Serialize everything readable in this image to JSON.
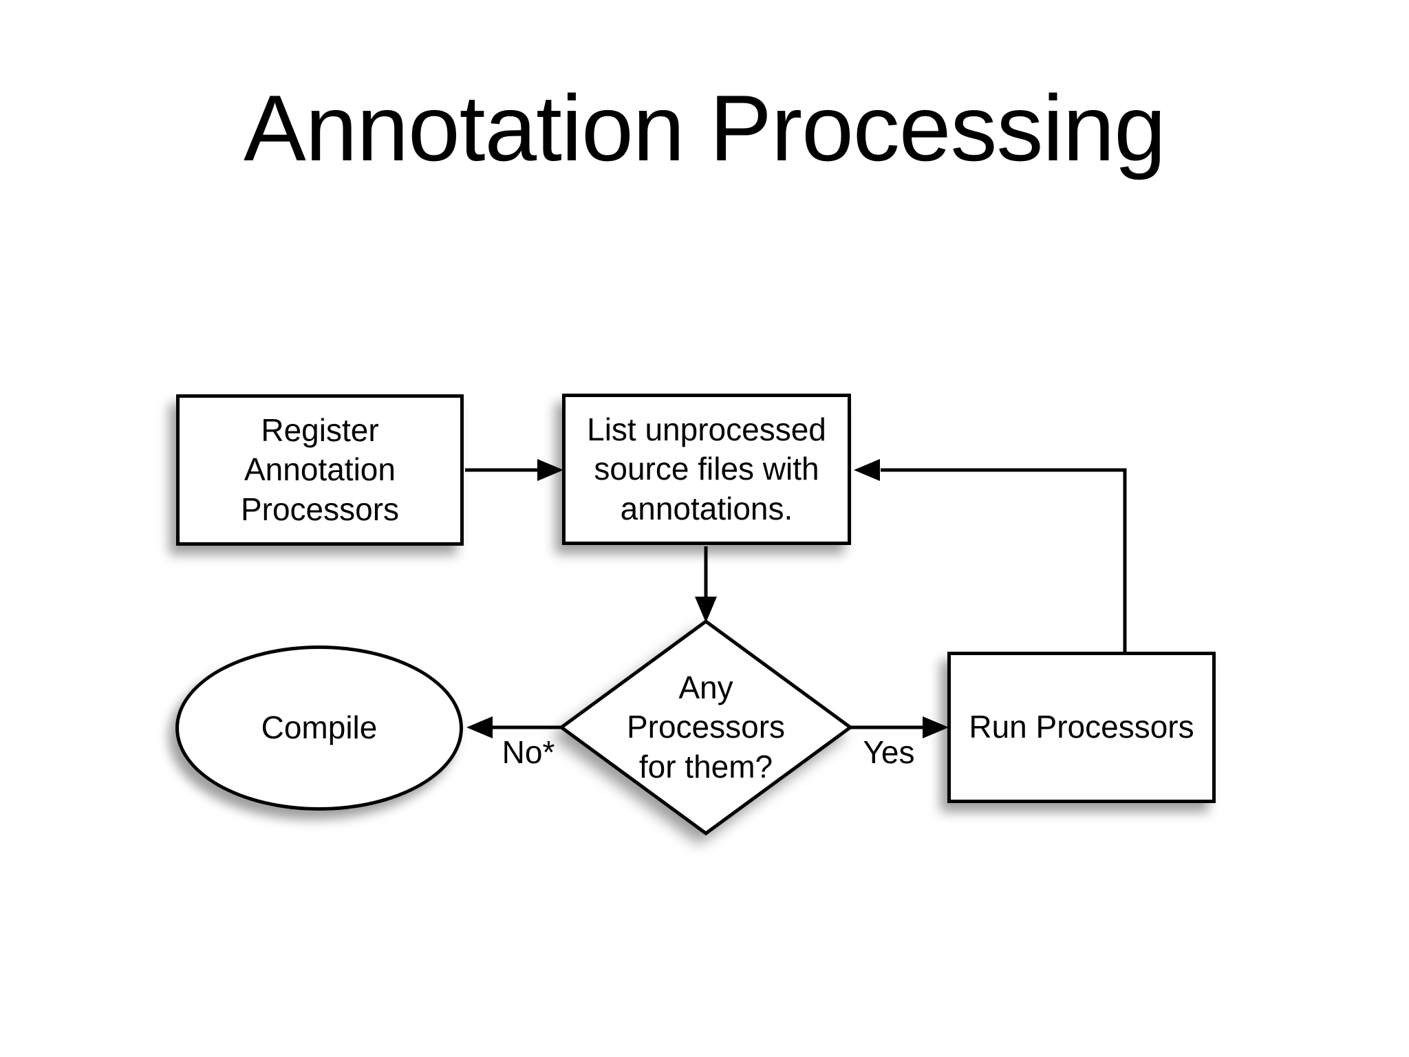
{
  "title": "Annotation Processing",
  "colors": {
    "background": "#ffffff",
    "shape_fill": "#ffffff",
    "stroke": "#000000",
    "text": "#000000"
  },
  "nodes": {
    "register": {
      "type": "process",
      "lines": [
        "Register",
        "Annotation",
        "Processors"
      ]
    },
    "list_unprocessed": {
      "type": "process",
      "lines": [
        "List unprocessed",
        "source files with",
        "annotations."
      ]
    },
    "any_processors": {
      "type": "decision",
      "lines": [
        "Any",
        "Processors",
        "for them?"
      ]
    },
    "compile": {
      "type": "terminator",
      "lines": [
        "Compile"
      ]
    },
    "run_processors": {
      "type": "process",
      "lines": [
        "Run Processors"
      ]
    }
  },
  "edges": {
    "register_to_list": {
      "from": "register",
      "to": "list_unprocessed",
      "label": ""
    },
    "list_to_decision": {
      "from": "list_unprocessed",
      "to": "any_processors",
      "label": ""
    },
    "decision_to_compile": {
      "from": "any_processors",
      "to": "compile",
      "label": "No*"
    },
    "decision_to_run": {
      "from": "any_processors",
      "to": "run_processors",
      "label": "Yes"
    },
    "run_to_list": {
      "from": "run_processors",
      "to": "list_unprocessed",
      "label": ""
    }
  }
}
